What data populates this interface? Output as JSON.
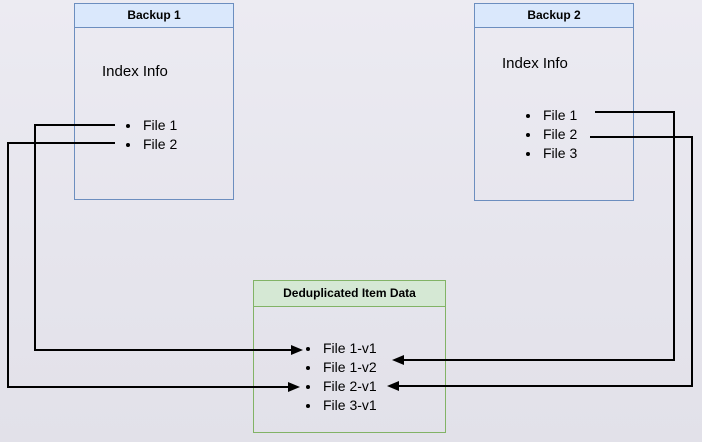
{
  "backup1": {
    "title": "Backup 1",
    "subtitle": "Index Info",
    "items": [
      "File 1",
      "File 2"
    ]
  },
  "backup2": {
    "title": "Backup 2",
    "subtitle": "Index Info",
    "items": [
      "File 1",
      "File 2",
      "File 3"
    ]
  },
  "dedup": {
    "title": "Deduplicated Item Data",
    "items": [
      "File 1-v1",
      "File 1-v2",
      "File 2-v1",
      "File 3-v1"
    ]
  },
  "colors": {
    "background": "#e7e6ed",
    "blue_header_fill": "#dae8fc",
    "blue_border": "#6c8ebf",
    "green_header_fill": "#d5e8d4",
    "green_border": "#82b366",
    "connector": "#000000",
    "text": "#000000"
  },
  "connections": [
    {
      "from": "Backup 1 / File 1",
      "to": "Deduplicated Item Data / File 1-v1",
      "route": "left"
    },
    {
      "from": "Backup 1 / File 2",
      "to": "Deduplicated Item Data / File 2-v1",
      "route": "left"
    },
    {
      "from": "Backup 2 / File 1",
      "to": "Deduplicated Item Data / File 1-v2",
      "route": "right"
    },
    {
      "from": "Backup 2 / File 2",
      "to": "Deduplicated Item Data / File 2-v1",
      "route": "right"
    }
  ]
}
